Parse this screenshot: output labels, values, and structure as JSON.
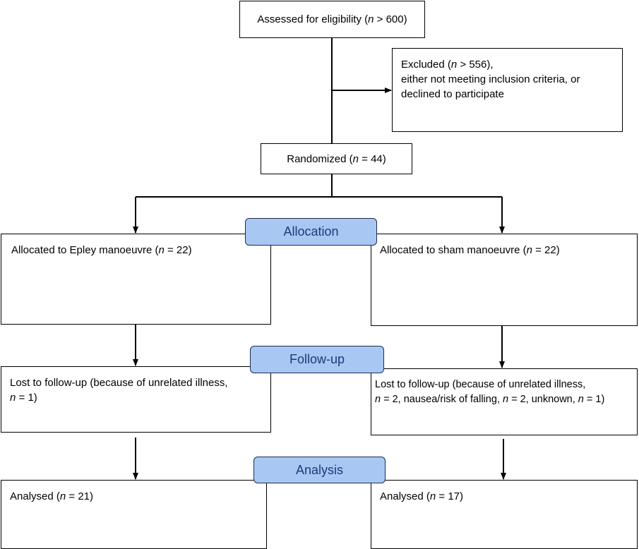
{
  "assessed": {
    "prefix": "Assessed for eligibility (",
    "n": "n",
    "suffix": " > 600)"
  },
  "excluded": {
    "line1_prefix": "Excluded  (",
    "n": "n",
    "line1_suffix": " > 556),",
    "line2": "either not meeting inclusion criteria, or",
    "line3": "declined to participate"
  },
  "randomized": {
    "prefix": "Randomized (",
    "n": "n",
    "suffix": " =  44)"
  },
  "stages": {
    "allocation": "Allocation",
    "followup": "Follow-up",
    "analysis": "Analysis"
  },
  "left": {
    "allocated": {
      "prefix": "Allocated to Epley manoeuvre (",
      "n": "n",
      "suffix": " = 22)"
    },
    "lost": {
      "line1": "Lost to follow-up (because of unrelated illness,",
      "n": "n",
      "line2_suffix": " = 1)"
    },
    "analysed": {
      "prefix": "Analysed  (",
      "n": "n",
      "suffix": " = 21)"
    }
  },
  "right": {
    "allocated": {
      "prefix": "Allocated to sham manoeuvre (",
      "n": "n",
      "suffix": " = 22)"
    },
    "lost": {
      "line1": "Lost to follow-up (because of unrelated illness,",
      "n1": "n",
      "mid1": " = 2, nausea/risk of falling, ",
      "n2": "n",
      "mid2": " = 2, unknown, ",
      "n3": "n",
      "end": " = 1)"
    },
    "analysed": {
      "prefix": "Analysed  (",
      "n": "n",
      "suffix": " = 17)"
    }
  }
}
